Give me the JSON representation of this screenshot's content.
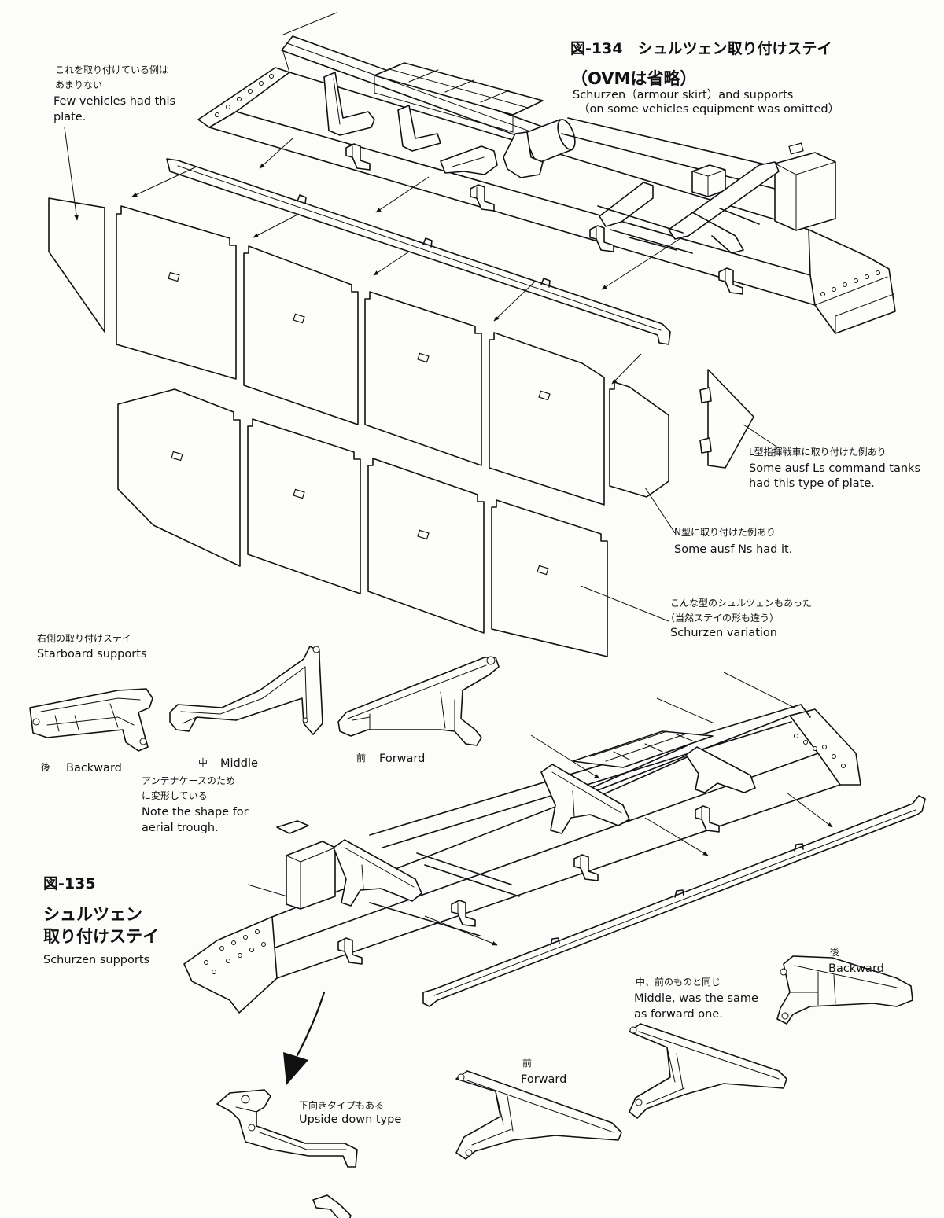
{
  "figure_134": {
    "title": "図-134　シュルツェン取り付けステイ",
    "subtitle_jp": "（OVMは省略）",
    "caption_en_1": "Schurzen（armour skirt）and supports",
    "caption_en_2": "（on some vehicles equipment was omitted）",
    "notes": {
      "front_plate": {
        "jp_1": "これを取り付けている例は",
        "jp_2": "あまりない",
        "en_1": "Few vehicles had this",
        "en_2": "plate."
      },
      "ausf_l_plate": {
        "jp": "L型指揮戦車に取り付けた例あり",
        "en_1": "Some ausf Ls command tanks",
        "en_2": "had this type of plate."
      },
      "ausf_n_plate": {
        "jp": "N型に取り付けた例あり",
        "en": "Some ausf Ns had it."
      },
      "variation": {
        "jp_1": "こんな型のシュルツェンもあった",
        "jp_2": "（当然ステイの形も違う）",
        "en": "Schurzen variation"
      }
    }
  },
  "starboard_supports": {
    "heading_jp": "右側の取り付けステイ",
    "heading_en": "Starboard supports",
    "backward": {
      "jp": "後",
      "en": "Backward"
    },
    "middle": {
      "jp": "中",
      "en": "Middle",
      "note_jp_1": "アンテナケースのため",
      "note_jp_2": "に変形している",
      "note_en_1": "Note the shape for",
      "note_en_2": "aerial trough."
    },
    "forward": {
      "jp": "前",
      "en": "Forward"
    }
  },
  "figure_135": {
    "number": "図-135",
    "title_jp_1": "シュルツェン",
    "title_jp_2": "取り付けステイ",
    "title_en": "Schurzen supports",
    "backward": {
      "jp": "後",
      "en": "Backward"
    },
    "middle": {
      "jp": "中、前のものと同じ",
      "en_1": "Middle, was the same",
      "en_2": "as forward one."
    },
    "forward": {
      "jp": "前",
      "en": "Forward"
    },
    "upside_down": {
      "jp": "下向きタイプもある",
      "en": "Upside down type"
    }
  }
}
